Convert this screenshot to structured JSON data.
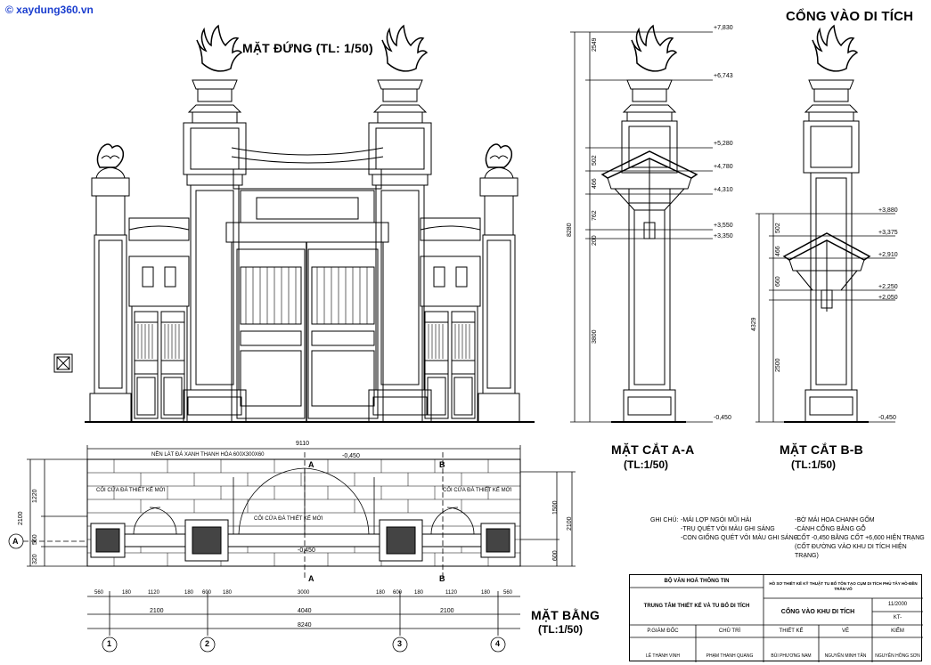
{
  "watermark": "© xaydung360.vn",
  "sheet_title": "CỔNG VÀO DI TÍCH",
  "elevation": {
    "title": "MẶT ĐỨNG (TL: 1/50)"
  },
  "section_aa": {
    "title": "MẶT CẮT A-A",
    "scale": "(TL:1/50)",
    "levels": [
      "+7,830",
      "+6,743",
      "+5,280",
      "+4,780",
      "+4,310",
      "+3,550",
      "+3,350",
      "-0,450"
    ],
    "dims_right": [
      "2549",
      "502",
      "466",
      "762",
      "200",
      "3800"
    ],
    "dim_total": "8280"
  },
  "section_bb": {
    "title": "MẶT CẮT B-B",
    "scale": "(TL:1/50)",
    "levels": [
      "+3,880",
      "+3,375",
      "+2,910",
      "+2,250",
      "+2,050",
      "-0,450"
    ],
    "dims_right": [
      "502",
      "466",
      "660",
      "2500"
    ],
    "dim_total": "4329"
  },
  "plan": {
    "title": "MẶT BẰNG",
    "scale": "(TL:1/50)",
    "dim_top": "9110",
    "floor_note": "NỀN LÁT ĐÁ XANH THANH HÓA 600X300X60",
    "door_left": "CỐI CỬA ĐÁ THIẾT KẾ MỚI",
    "door_right": "CỐI CỬA ĐÁ THIẾT KẾ MỚI",
    "door_center": "CỐI CỬA ĐÁ THIẾT KẾ MỚI",
    "level_top": "-0,450",
    "level_bottom": "-0,450",
    "section_marks": [
      "A",
      "B"
    ],
    "left_dims": [
      "1220",
      "2100",
      "560",
      "320"
    ],
    "right_dims": [
      "1500",
      "2100",
      "600"
    ],
    "axis_a": "A",
    "bottom_dims_1": [
      "560",
      "180",
      "1120",
      "180",
      "600",
      "180",
      "3000",
      "180",
      "600",
      "180",
      "1120",
      "180",
      "560"
    ],
    "bottom_dims_2": [
      "2100",
      "4040",
      "2100"
    ],
    "bottom_dims_3": "8240",
    "axes": [
      "1",
      "2",
      "3",
      "4"
    ]
  },
  "notes": {
    "label": "GHI CHÚ:",
    "col1": [
      "-MÁI LỢP NGÓI MŨI HÀI",
      "-TRỤ QUÉT VÔI MÀU GHI SÁNG",
      "-CON GIỐNG QUÉT VÔI MÀU GHI SÁNG"
    ],
    "col2": [
      "-BỜ MÁI HOA CHANH GỐM",
      "-CÁNH CỔNG BẰNG GỖ",
      "-CỐT -0,450 BẰNG CỐT +6,600 HIỆN TRẠNG",
      "(CỐT ĐƯỜNG VÀO KHU DI TÍCH HIỆN TRẠNG)"
    ]
  },
  "title_block": {
    "ministry": "BỘ VĂN HOÁ THÔNG TIN",
    "center": "TRUNG TÂM THIẾT KẾ VÀ TU BỔ DI TÍCH",
    "project": "HỒ SƠ THIẾT KẾ KỸ THUẬT TU BỔ TÔN TẠO CỤM DI TÍCH PHỦ TÂY HỒ-ĐỀN TRẤN VÕ",
    "drawing": "CỔNG VÀO KHU DI TÍCH",
    "date": "11/2000",
    "code": "KT-",
    "roles": [
      "P.GIÁM ĐỐC",
      "CHỦ TRÌ",
      "THIẾT KẾ",
      "VẼ",
      "KIỂM"
    ],
    "names": [
      "LÊ THÀNH VINH",
      "PHẠM THANH QUANG",
      "BÙI PHƯƠNG NAM",
      "NGUYỄN MINH TÂN",
      "NGUYỄN HỒNG SƠN"
    ]
  }
}
